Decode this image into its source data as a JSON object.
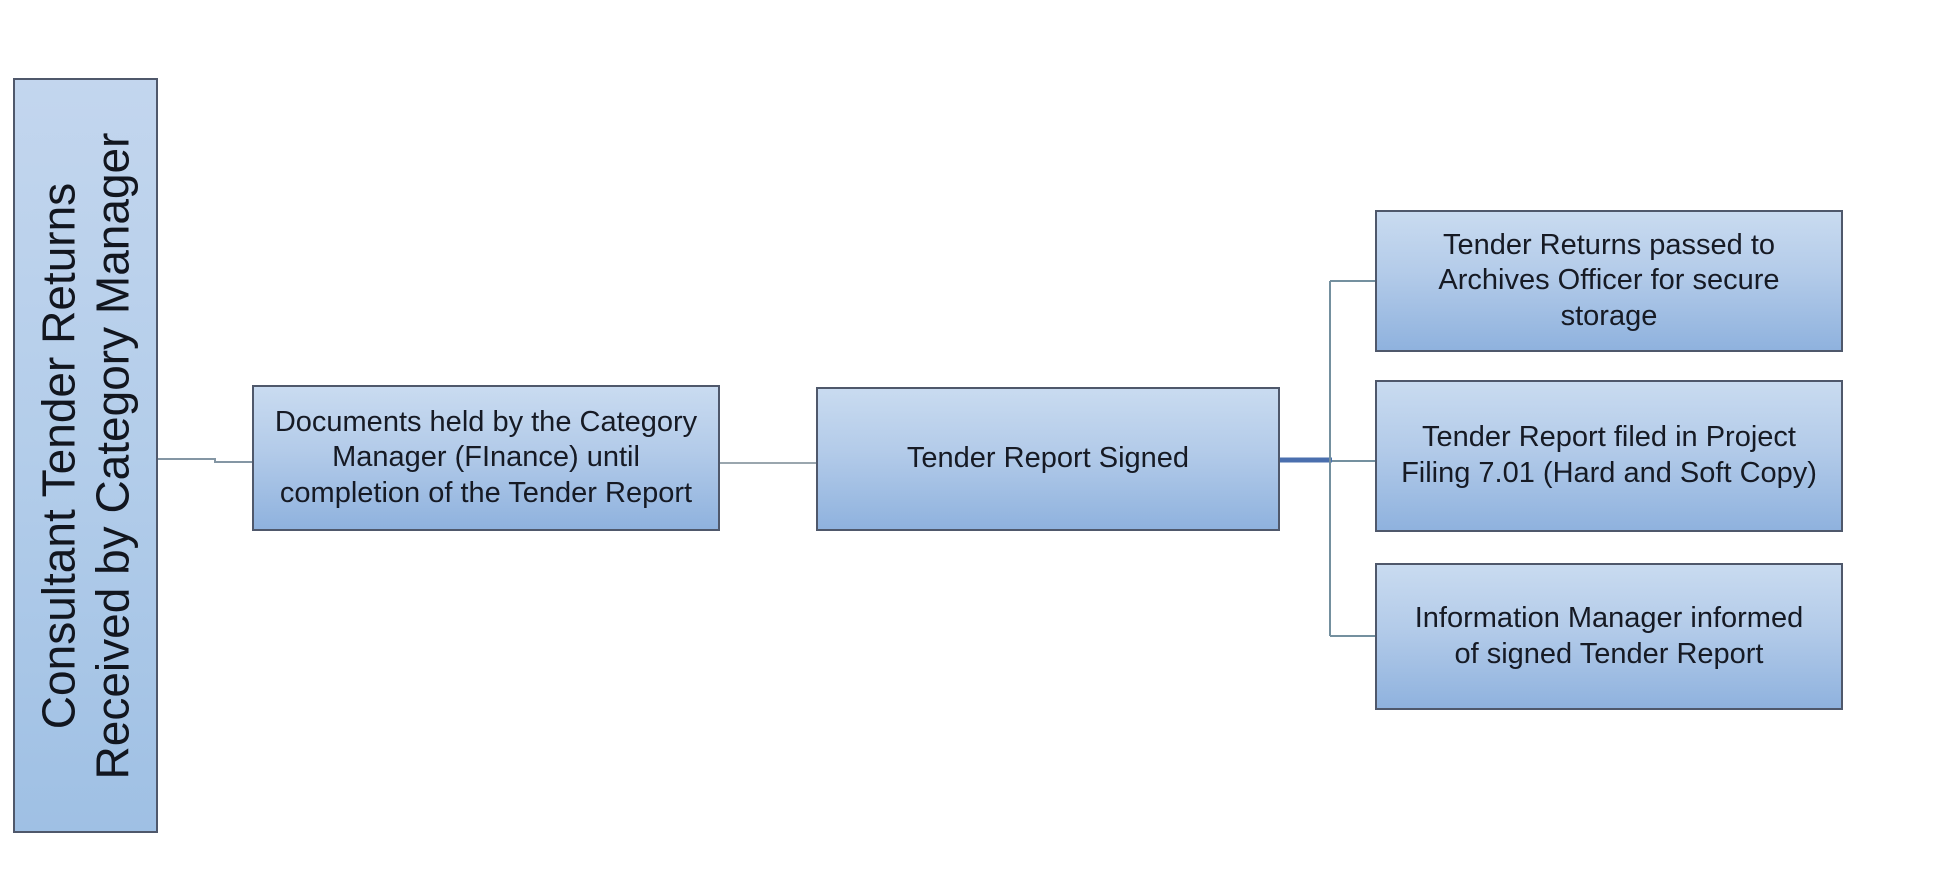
{
  "diagram": {
    "type": "flowchart",
    "background": "#ffffff",
    "nodes": {
      "root": {
        "lines": [
          "Consultant Tender Returns",
          "Received by Category Manager"
        ]
      },
      "step_documents_held": {
        "label": "Documents held by the Category Manager (FInance) until completion of the Tender Report",
        "lines": [
          "Documents held by the Category",
          "Manager (FInance) until",
          "completion of the Tender Report"
        ]
      },
      "step_tender_report_signed": {
        "label": "Tender Report Signed",
        "lines": [
          "Tender Report Signed"
        ]
      },
      "branch_archives": {
        "label": "Tender Returns passed to Archives Officer for secure storage",
        "lines": [
          "Tender Returns passed to",
          "Archives Officer for secure",
          "storage"
        ]
      },
      "branch_filing": {
        "label": "Tender Report filed in Project Filing 7.01 (Hard and Soft Copy)",
        "lines": [
          "Tender Report filed in Project",
          "Filing 7.01 (Hard and Soft Copy)"
        ]
      },
      "branch_information_manager": {
        "label": "Information Manager informed of signed Tender Report",
        "lines": [
          "Information Manager informed",
          "of signed Tender Report"
        ]
      }
    },
    "colors": {
      "node_fill_top": "#c9dbf0",
      "node_fill_bottom": "#8fb2de",
      "node_border": "#4f586b",
      "text": "#161a24",
      "connector_thin": "#85979f",
      "connector_thick": "#4a6fae"
    }
  }
}
